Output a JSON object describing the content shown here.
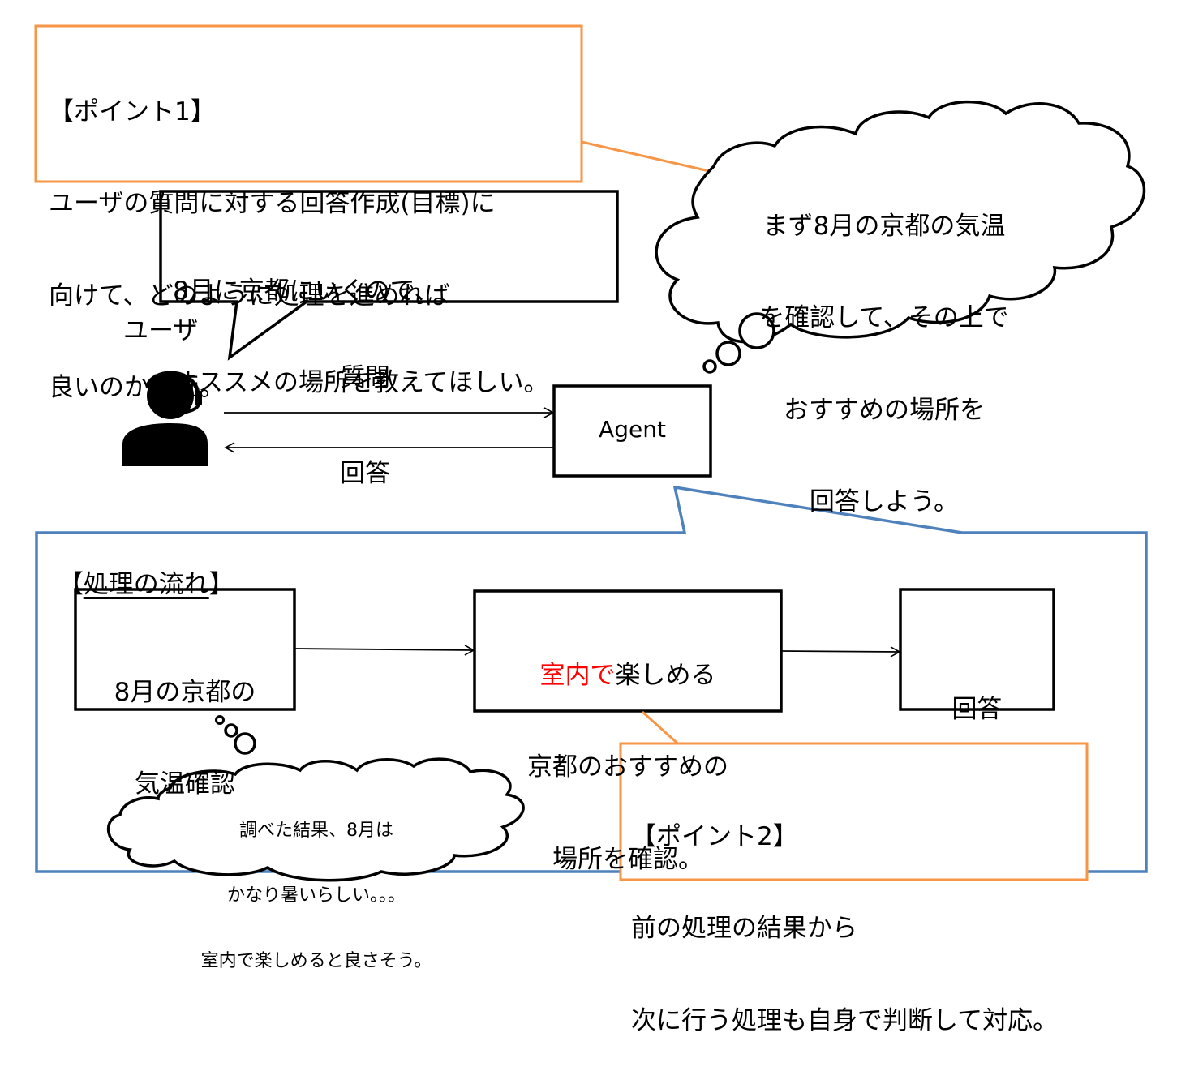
{
  "colors": {
    "callout_orange": "#f79646",
    "panel_blue": "#4f81bd",
    "emphasis_red": "#ff0000",
    "stroke": "#000000"
  },
  "point1": {
    "title": "【ポイント1】",
    "lines": [
      "ユーザの質問に対する回答作成(目標)に",
      "向けて、どのように処理を進めれば",
      "良いのか計画。"
    ]
  },
  "user": {
    "label": "ユーザ",
    "icon": "headset-user-icon",
    "speech_lines": [
      "8月に京都にいくので、",
      "オススメの場所を教えてほしい。"
    ]
  },
  "agent": {
    "label": "Agent",
    "thought_lines": [
      "まず8月の京都の気温",
      "を確認して、その上で",
      "おすすめの場所を",
      "回答しよう。"
    ]
  },
  "arrows": {
    "question_label": "質問",
    "answer_label": "回答"
  },
  "flow": {
    "title_open": "【",
    "title": "処理の流れ",
    "title_close": "】",
    "steps": [
      {
        "lines": [
          "8月の京都の",
          "気温確認"
        ]
      },
      {
        "emphasis": "室内で",
        "line1_rest": "楽しめる",
        "lines_after": [
          "京都のおすすめの",
          "場所を確認。"
        ]
      },
      {
        "lines": [
          "回答"
        ]
      }
    ],
    "thought_lines": [
      "調べた結果、8月は",
      "かなり暑いらしい。。。",
      "室内で楽しめると良さそう。"
    ]
  },
  "point2": {
    "title": "【ポイント2】",
    "lines": [
      "前の処理の結果から",
      "次に行う処理も自身で判断して対応。"
    ]
  }
}
